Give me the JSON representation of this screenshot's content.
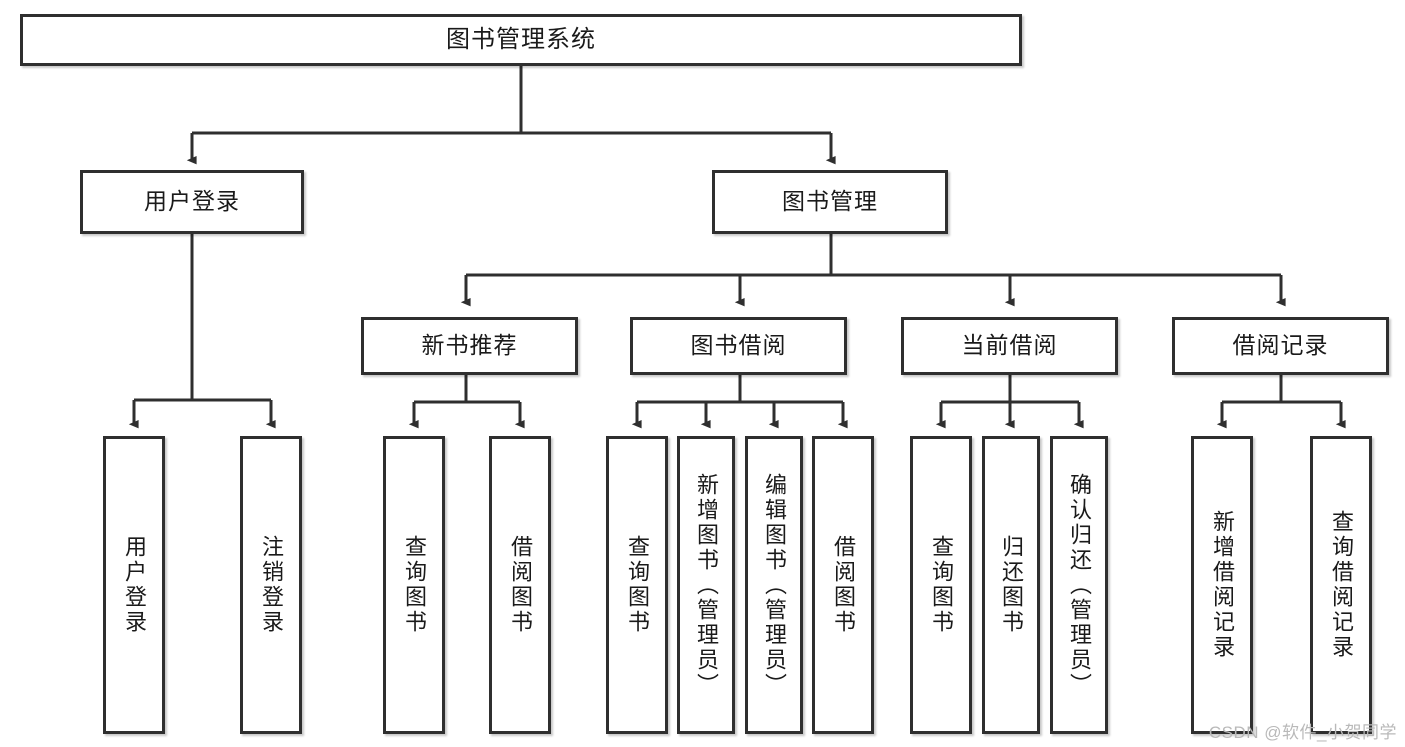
{
  "diagram": {
    "type": "hierarchy-tree",
    "title_node": {
      "label": "图书管理系统"
    },
    "level2": [
      {
        "id": "user-login",
        "label": "用户登录"
      },
      {
        "id": "book-manage",
        "label": "图书管理"
      }
    ],
    "level3": [
      {
        "id": "new-book-recommend",
        "label": "新书推荐"
      },
      {
        "id": "book-borrow",
        "label": "图书借阅"
      },
      {
        "id": "current-borrow",
        "label": "当前借阅"
      },
      {
        "id": "borrow-record",
        "label": "借阅记录"
      }
    ],
    "leaves": [
      {
        "id": "leaf-user-login",
        "label": "用户登录",
        "parent": "user-login"
      },
      {
        "id": "leaf-logout-login",
        "label": "注销登录",
        "parent": "user-login"
      },
      {
        "id": "leaf-query-book-1",
        "label": "查询图书",
        "parent": "new-book-recommend"
      },
      {
        "id": "leaf-borrow-book-1",
        "label": "借阅图书",
        "parent": "new-book-recommend"
      },
      {
        "id": "leaf-query-book-2",
        "label": "查询图书",
        "parent": "book-borrow"
      },
      {
        "id": "leaf-add-book",
        "label": "新增图书（管理员）",
        "parent": "book-borrow"
      },
      {
        "id": "leaf-edit-book",
        "label": "编辑图书（管理员）",
        "parent": "book-borrow"
      },
      {
        "id": "leaf-borrow-book-2",
        "label": "借阅图书",
        "parent": "book-borrow"
      },
      {
        "id": "leaf-query-book-3",
        "label": "查询图书",
        "parent": "current-borrow"
      },
      {
        "id": "leaf-return-book",
        "label": "归还图书",
        "parent": "current-borrow"
      },
      {
        "id": "leaf-confirm-return",
        "label": "确认归还（管理员）",
        "parent": "current-borrow"
      },
      {
        "id": "leaf-add-record",
        "label": "新增借阅记录",
        "parent": "borrow-record"
      },
      {
        "id": "leaf-query-record",
        "label": "查询借阅记录",
        "parent": "borrow-record"
      }
    ]
  },
  "watermark": {
    "text": "CSDN @软件_小贺同学"
  },
  "colors": {
    "border": "#2f2f2f",
    "background": "#ffffff",
    "text": "#1a1a1a",
    "watermark": "#b9b9b9"
  }
}
